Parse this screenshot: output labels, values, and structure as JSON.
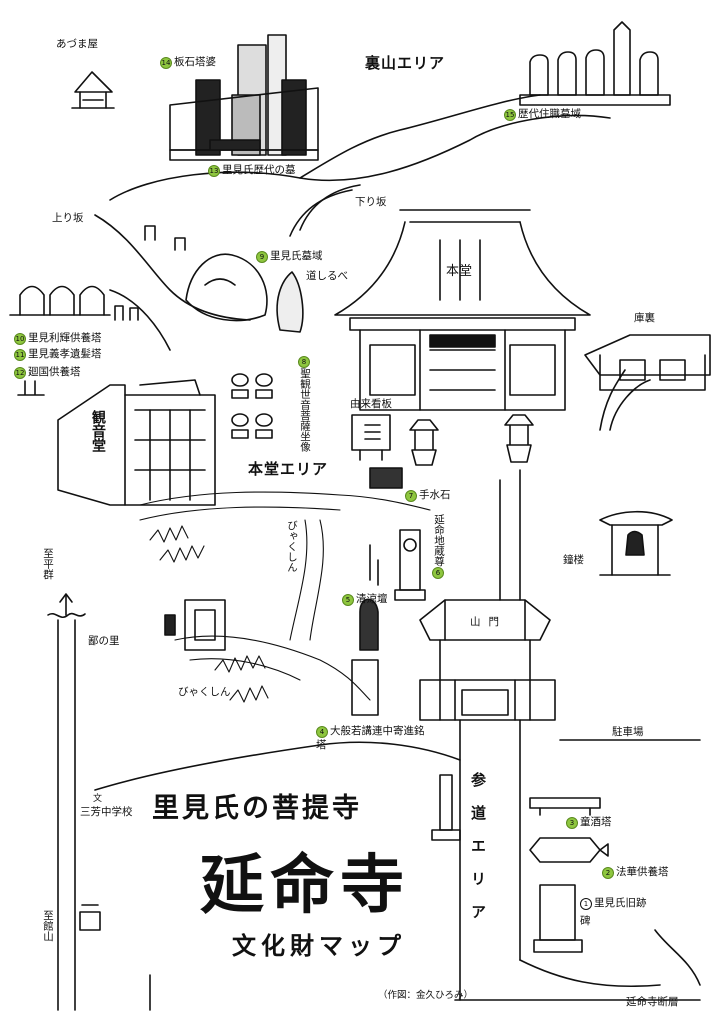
{
  "title": {
    "subtitle": "里見氏の菩提寺",
    "main": "延命寺",
    "map_label": "文化財マップ",
    "credit": "（作図：金久ひろみ）"
  },
  "areas": {
    "urayama": "裏山エリア",
    "hondo": "本堂エリア",
    "sando": "参道エリア"
  },
  "landmarks": [
    {
      "num": "15",
      "badge": "green",
      "text": "歴代住職墓域"
    },
    {
      "num": "14",
      "badge": "green",
      "text": "板石塔婆"
    },
    {
      "num": "13",
      "badge": "green",
      "text": "里見氏歴代の墓"
    },
    {
      "num": "9",
      "badge": "green",
      "text": "里見氏墓域"
    },
    {
      "num": "10",
      "badge": "green",
      "text": "里見利輝供養塔"
    },
    {
      "num": "11",
      "badge": "green",
      "text": "里見義孝遺髪塔"
    },
    {
      "num": "12",
      "badge": "green",
      "text": "廻国供養塔"
    },
    {
      "num": "8",
      "badge": "green",
      "text": "聖観世音菩薩坐像"
    },
    {
      "num": "7",
      "badge": "green",
      "text": "手水石"
    },
    {
      "num": "6",
      "badge": "green",
      "text": "延命地蔵尊"
    },
    {
      "num": "5",
      "badge": "green",
      "text": "清涼壇"
    },
    {
      "num": "4",
      "badge": "green",
      "text": "大般若講連中寄進銘塔"
    },
    {
      "num": "3",
      "badge": "green",
      "text": "童酒塔"
    },
    {
      "num": "2",
      "badge": "green",
      "text": "法華供養塔"
    },
    {
      "num": "1",
      "badge": "outline",
      "text": "里見氏旧跡碑"
    }
  ],
  "places": {
    "azumaya": "あづま屋",
    "noborizaka": "上り坂",
    "kudarizaka": "下り坂",
    "michishirube": "道しるべ",
    "hondo": "本堂",
    "kuri": "庫裏",
    "yuraikanban": "由来看板",
    "kannondo": "観音堂",
    "shoro": "鐘楼",
    "sanmon": "山門",
    "chushajo": "駐車場",
    "byakushin_1": "びゃくしん",
    "byakushin_2": "びゃくしん",
    "shiheigun": "至平群",
    "sato": "鄙の里",
    "school": "三芳中学校",
    "shitateyama": "至館山",
    "danso": "延命寺断層",
    "school_symbol": "文"
  },
  "colors": {
    "badge_green": "#8ec63f",
    "ink": "#111111"
  }
}
